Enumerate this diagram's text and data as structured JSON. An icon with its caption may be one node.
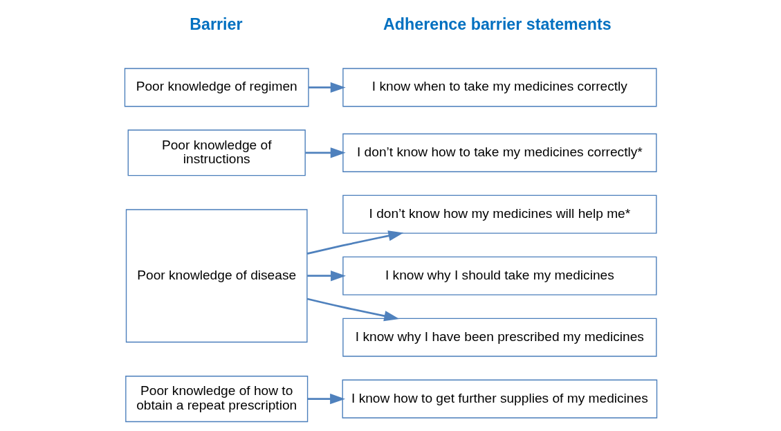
{
  "diagram": {
    "nodes": [
      {
        "text": [
          "Poor knowledge of regimen"
        ]
      },
      {
        "text": [
          "Poor knowledge of instructions"
        ]
      },
      {
        "text": [
          "Poor knowledge of disease"
        ]
      },
      {
        "text": [
          "Poor knowledge of how to obtain a repeat prescription"
        ]
      },
      {
        "text": [
          "I know when to take my medicines correctly"
        ]
      },
      {
        "text": [
          "I don’t know how to take my medicines correctly*"
        ]
      },
      {
        "text": [
          "I know why I have been prescribed my medicines"
        ]
      },
      {
        "text": [
          "I know why I should take my medicines"
        ]
      },
      {
        "text": [
          "I don’t know how my medicines will help me*"
        ]
      },
      {
        "text": [
          "I know how to get further supplies of my medicines"
        ]
      }
    ],
    "edges": [
      {
        "from": 0,
        "to": 4,
        "arrow": "to"
      },
      {
        "from": 1,
        "to": 5,
        "arrow": "to"
      },
      {
        "from": 2,
        "to": 6,
        "arrow": "to"
      },
      {
        "from": 2,
        "to": 7,
        "arrow": "to"
      },
      {
        "from": 2,
        "to": 8,
        "arrow": "to"
      },
      {
        "from": 3,
        "to": 9,
        "arrow": "to"
      }
    ],
    "labels": [
      "Barrier",
      "Adherence barrier statements"
    ]
  }
}
